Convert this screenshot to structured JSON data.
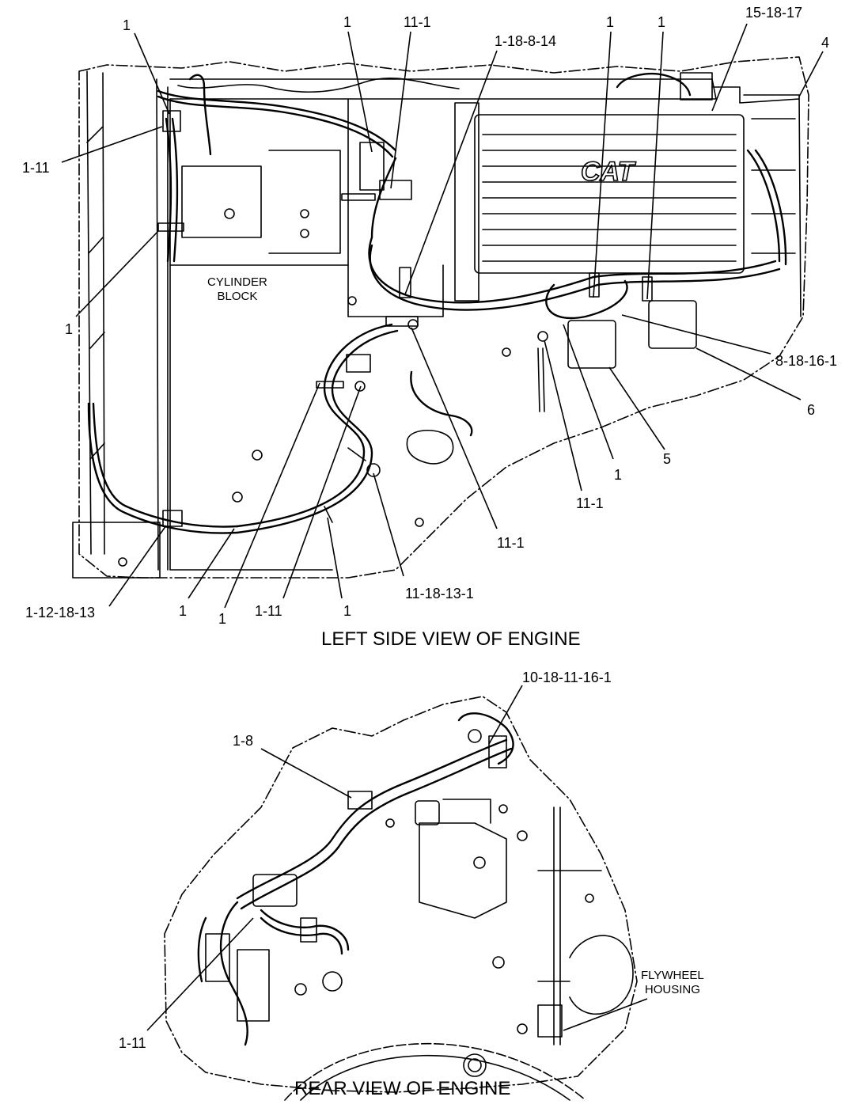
{
  "captions": {
    "left_view": "LEFT SIDE VIEW OF ENGINE",
    "rear_view": "REAR VIEW OF ENGINE"
  },
  "notes": {
    "cylinder_block": "CYLINDER\nBLOCK",
    "flywheel_housing": "FLYWHEEL\nHOUSING"
  },
  "brand": {
    "logo_text": "CAT"
  },
  "callouts": {
    "c_1_a": "1",
    "c_1_b": "1",
    "c_11_1_a": "11-1",
    "c_1_18_8_14": "1-18-8-14",
    "c_1_c": "1",
    "c_1_d": "1",
    "c_15_18_17": "15-18-17",
    "c_4": "4",
    "c_1_11_a": "1-11",
    "c_1_e": "1",
    "c_8_18_16_1": "8-18-16-1",
    "c_6": "6",
    "c_5": "5",
    "c_1_f": "1",
    "c_11_1_b": "11-1",
    "c_11_1_c": "11-1",
    "c_11_18_13_1": "11-18-13-1",
    "c_1_g": "1",
    "c_1_11_b": "1-11",
    "c_1_h": "1",
    "c_1_i": "1",
    "c_1_12_18_13": "1-12-18-13",
    "c_10_18_11_16_1": "10-18-11-16-1",
    "c_1_8": "1-8",
    "c_1_11_c": "1-11"
  }
}
